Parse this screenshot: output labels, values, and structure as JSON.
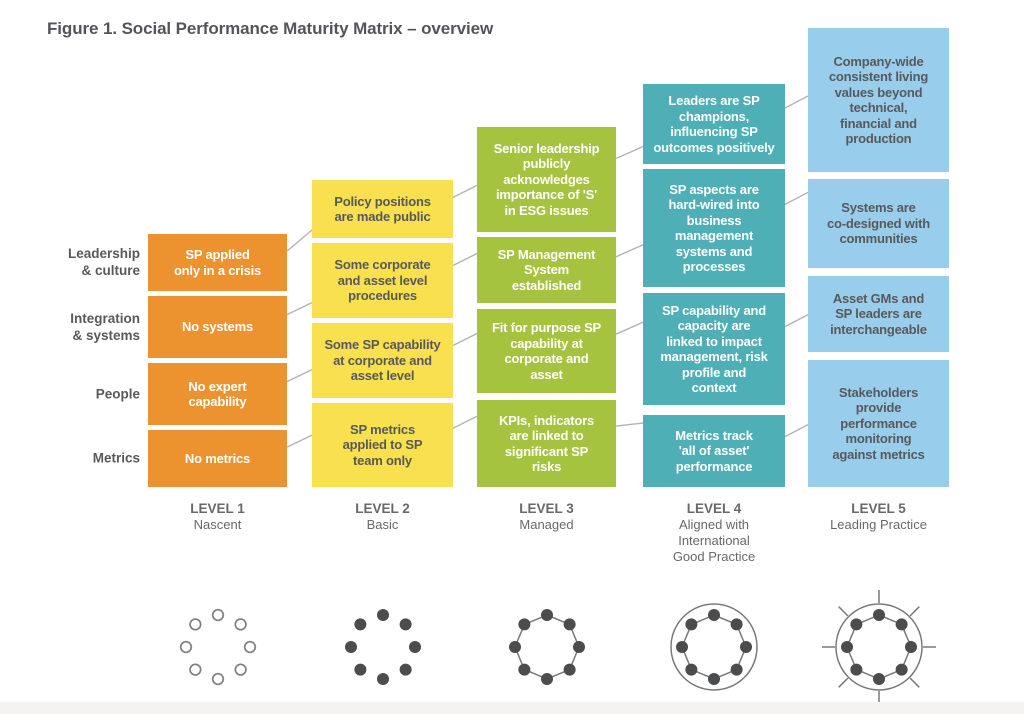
{
  "title": "Figure 1. Social Performance Maturity Matrix – overview",
  "rows": [
    "Leadership\n& culture",
    "Integration\n& systems",
    "People",
    "Metrics"
  ],
  "levels": [
    {
      "label": "LEVEL 1",
      "sublabel": "Nascent",
      "box_color": "#EC9330",
      "text_color": "#FFFFFF",
      "icon": "open-dots-ring",
      "boxes": [
        "SP applied\nonly in a crisis",
        "No systems",
        "No expert\ncapability",
        "No metrics"
      ]
    },
    {
      "label": "LEVEL 2",
      "sublabel": "Basic",
      "box_color": "#F8E04E",
      "text_color": "#58595B",
      "icon": "solid-dots-ring",
      "boxes": [
        "Policy positions\nare made public",
        "Some corporate\nand asset level\nprocedures",
        "Some SP capability\nat corporate and\nasset level",
        "SP metrics\napplied to SP\nteam only"
      ]
    },
    {
      "label": "LEVEL 3",
      "sublabel": "Managed",
      "box_color": "#A5C33E",
      "text_color": "#FFFFFF",
      "icon": "linked-dots",
      "boxes": [
        "Senior leadership\npublicly\nacknowledges\nimportance of 'S'\nin ESG issues",
        "SP Management\nSystem\nestablished",
        "Fit for purpose SP\ncapability at\ncorporate and\nasset",
        "KPIs, indicators\nare linked to\nsignificant SP\nrisks"
      ]
    },
    {
      "label": "LEVEL 4",
      "sublabel": "Aligned with\nInternational\nGood Practice",
      "box_color": "#4FAFB6",
      "text_color": "#FFFFFF",
      "icon": "linked-dots-circle",
      "boxes": [
        "Leaders are SP\nchampions,\ninfluencing SP\noutcomes positively",
        "SP aspects are\nhard-wired into\nbusiness\nmanagement\nsystems and\nprocesses",
        "SP capability and\ncapacity are\nlinked to impact\nmanagement, risk\nprofile and\ncontext",
        "Metrics track\n'all of asset'\nperformance"
      ]
    },
    {
      "label": "LEVEL 5",
      "sublabel": "Leading Practice",
      "box_color": "#98CDEC",
      "text_color": "#58595B",
      "icon": "linked-dots-circle-rays",
      "boxes": [
        "Company-wide\nconsistent living\nvalues beyond\ntechnical,\nfinancial and\nproduction",
        "Systems are\nco-designed with\ncommunities",
        "Asset GMs and\nSP leaders are\ninterchangeable",
        "Stakeholders\nprovide\nperformance\nmonitoring\nagainst metrics"
      ]
    }
  ],
  "colors": {
    "connector": "#B3B3B3",
    "icon_dot": "#4B4C4E",
    "icon_line": "#77787A",
    "title_text": "#54555A",
    "label_text": "#58595B",
    "footer_band": "#F4F3F1",
    "background": "#FFFFFF"
  }
}
